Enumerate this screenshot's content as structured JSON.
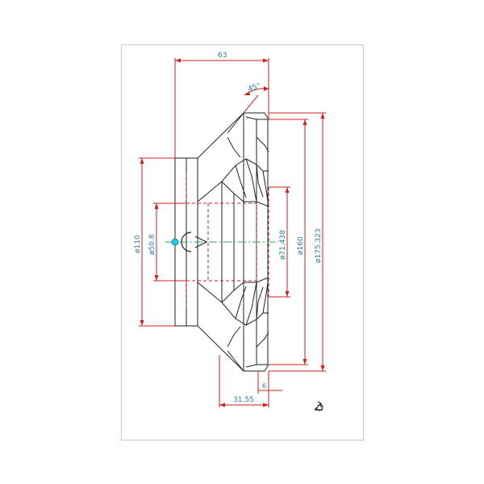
{
  "drawing": {
    "dimensions": {
      "width_top": "63",
      "chamfer_angle": "45°",
      "dia_110": "ø110",
      "dia_50_8": "ø50.8",
      "dia_71_438": "ø71.438",
      "dia_160": "ø160",
      "dia_175_323": "ø175.323",
      "width_bottom": "31.55",
      "offset_small": "6"
    },
    "colors": {
      "sheet_border": "#c8c8c8",
      "part_outline": "#222222",
      "dimension_line": "#d21e1e",
      "hidden_line": "#d21e1e",
      "dimension_text": "#2a7fa6",
      "centerline": "#22aa55",
      "origin_marker": "#22c8e0"
    },
    "icons": [
      "ucs-axis-icon"
    ]
  }
}
